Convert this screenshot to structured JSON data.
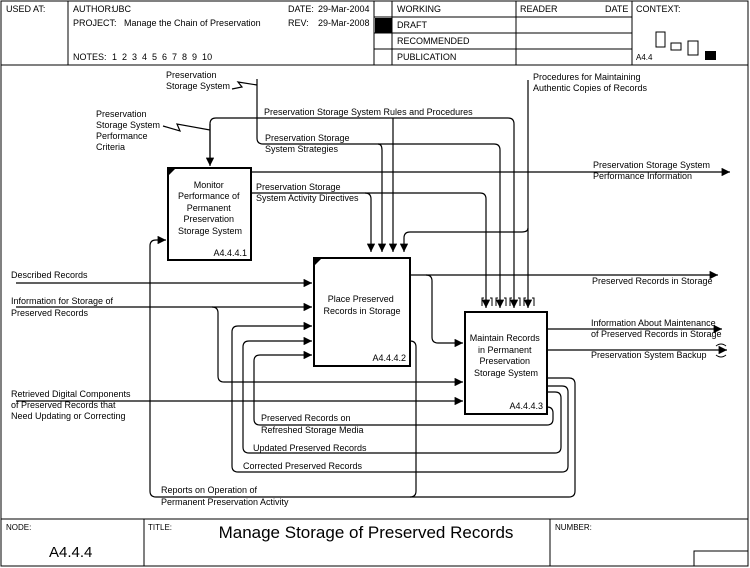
{
  "header": {
    "used_at_label": "USED AT:",
    "author_label": "AUTHOR:",
    "author": "UBC",
    "project_label": "PROJECT:",
    "project": "Manage the Chain of Preservation",
    "notes_label": "NOTES:",
    "notes": "1  2  3  4  5  6  7  8  9  10",
    "date_label": "DATE:",
    "date": "29-Mar-2004",
    "rev_label": "REV:",
    "rev": "29-Mar-2008",
    "status_rows": [
      "WORKING",
      "DRAFT",
      "RECOMMENDED",
      "PUBLICATION"
    ],
    "status_selected": "DRAFT",
    "reader_label": "READER",
    "reader_date_label": "DATE",
    "context_label": "CONTEXT:",
    "context_node": "A4.4"
  },
  "boxes": [
    {
      "title_lines": [
        "Monitor",
        "Performance of",
        "Permanent",
        "Preservation",
        "Storage System"
      ],
      "id": "A4.4.4.1"
    },
    {
      "title_lines": [
        "Place Preserved",
        "Records in Storage"
      ],
      "id": "A4.4.4.2"
    },
    {
      "title_lines": [
        "Maintain Records",
        "in Permanent",
        "Preservation",
        "Storage System"
      ],
      "id": "A4.4.4.3"
    }
  ],
  "arrows": {
    "pss": [
      "Preservation",
      "Storage System"
    ],
    "pss_perf_criteria": [
      "Preservation",
      "Storage System",
      "Performance",
      "Criteria"
    ],
    "rules_procedures": "Preservation Storage System Rules and Procedures",
    "strategies": [
      "Preservation Storage",
      "System Strategies"
    ],
    "procedures_authentic": [
      "Procedures for Maintaining",
      "Authentic Copies of Records"
    ],
    "activity_directives": [
      "Preservation Storage",
      "System Activity Directives"
    ],
    "perf_info": [
      "Preservation Storage System",
      "Performance Information"
    ],
    "described_records": "Described Records",
    "info_storage": [
      "Information for Storage of",
      "Preserved Records"
    ],
    "preserved_in_storage": "Preserved Records in Storage",
    "info_maintenance": [
      "Information About Maintenance",
      "of Preserved Records in Storage"
    ],
    "backup": "Preservation System Backup",
    "retrieved": [
      "Retrieved Digital Components",
      "of Preserved Records that",
      "Need Updating or Correcting"
    ],
    "refreshed": [
      "Preserved Records on",
      "Refreshed Storage Media"
    ],
    "updated": "Updated Preserved Records",
    "corrected": "Corrected Preserved Records",
    "reports": [
      "Reports on Operation of",
      "Permanent Preservation Activity"
    ]
  },
  "footer": {
    "node_label": "NODE:",
    "node": "A4.4.4",
    "title_label": "TITLE:",
    "title": "Manage Storage of Preserved Records",
    "number_label": "NUMBER:"
  }
}
